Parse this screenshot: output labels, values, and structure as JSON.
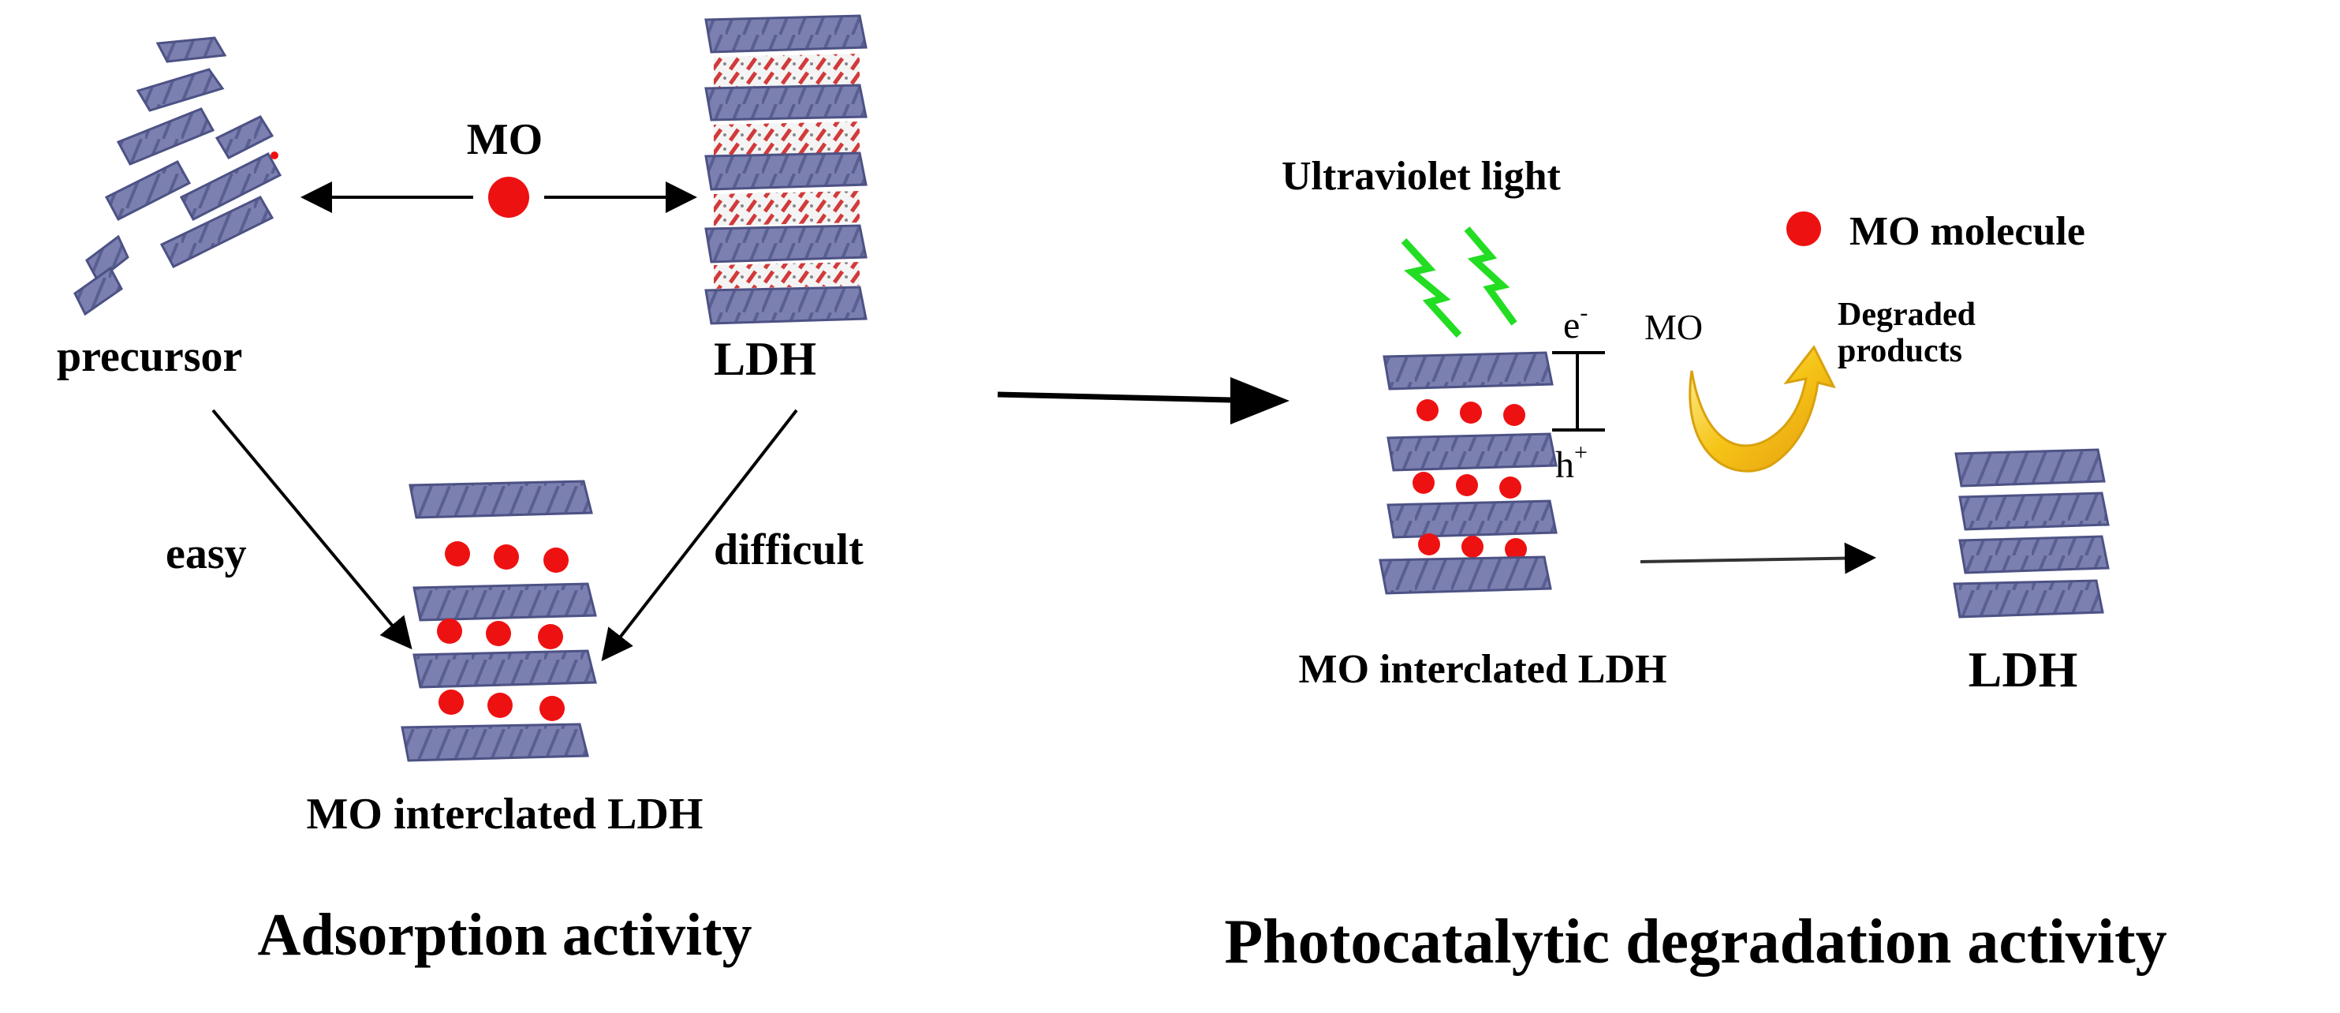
{
  "labels": {
    "mo_center": "MO",
    "precursor": "precursor",
    "ldh_top": "LDH",
    "easy": "easy",
    "difficult": "difficult",
    "mo_interclated_left": "MO interclated LDH",
    "adsorption_title": "Adsorption activity",
    "ultraviolet": "Ultraviolet light",
    "mo_molecule": "MO molecule",
    "electron": "e",
    "electron_sup": "-",
    "hole": "h",
    "hole_sup": "+",
    "mo_small": "MO",
    "degraded_line1": "Degraded",
    "degraded_line2": "products",
    "mo_interclated_right": "MO interclated LDH",
    "ldh_right": "LDH",
    "photocatalytic_title": "Photocatalytic degradation activity"
  },
  "colors": {
    "layer_fill": "#7b80b0",
    "layer_stroke": "#4d5285",
    "mo_dot": "#ee1111",
    "uv_bolt": "#22dd22",
    "curve_arrow": "#f3c21a",
    "arrow": "#000000"
  }
}
